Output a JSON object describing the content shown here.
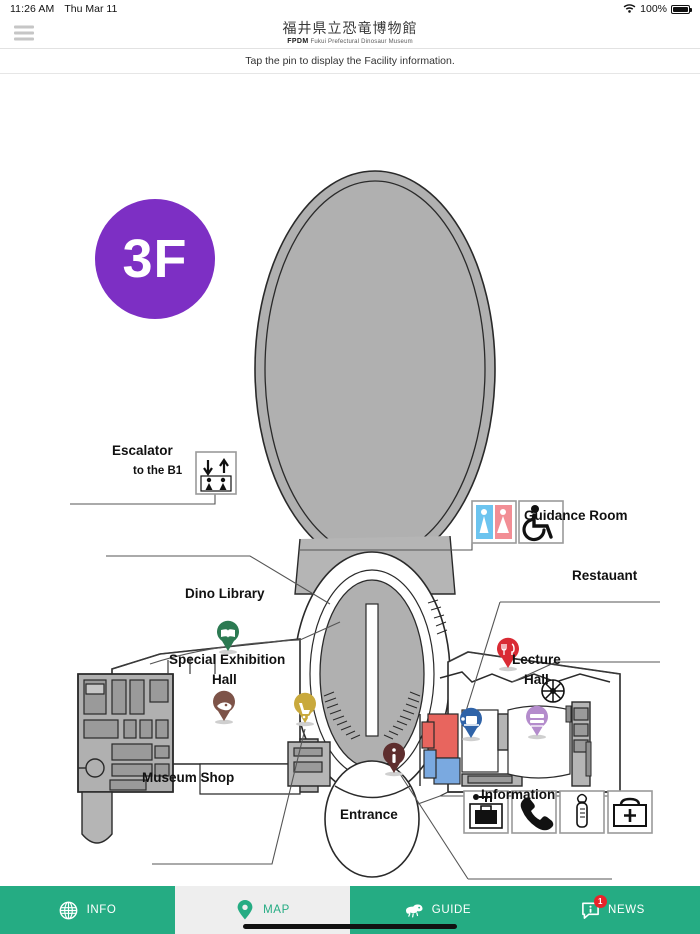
{
  "status_bar": {
    "time": "11:26 AM",
    "date": "Thu Mar 11",
    "wifi_icon": "wifi-icon",
    "battery_percent": "100%",
    "battery_icon": "battery-full-icon"
  },
  "header": {
    "menu_icon": "hamburger-menu-icon",
    "title_jp": "福井県立恐竜博物館",
    "title_abbr": "FPDM",
    "title_en": "Fukui Prefectural Dinosaur Museum"
  },
  "hint": {
    "text": "Tap the pin to display the Facility information."
  },
  "map": {
    "floor_badge": "3F",
    "floor_badge_color": "#7d2fc4",
    "labels": [
      {
        "id": "escalator",
        "text": "Escalator"
      },
      {
        "id": "escalator-sub",
        "text": "to the B1"
      },
      {
        "id": "dino-library",
        "text": "Dino Library"
      },
      {
        "id": "special-exhibition",
        "text": "Special Exhibition"
      },
      {
        "id": "special-exhibition2",
        "text": "Hall"
      },
      {
        "id": "museum-shop",
        "text": "Museum Shop"
      },
      {
        "id": "entrance",
        "text": "Entrance"
      },
      {
        "id": "guidance-room",
        "text": "Guidance Room"
      },
      {
        "id": "restaurant",
        "text": "Restauant"
      },
      {
        "id": "lecture-hall",
        "text": "Lecture"
      },
      {
        "id": "lecture-hall2",
        "text": "Hall"
      },
      {
        "id": "information",
        "text": "Information"
      }
    ],
    "pins": [
      {
        "id": "dino-library-pin",
        "icon": "book-icon",
        "color": "#2c7a52"
      },
      {
        "id": "special-exhibition-pin",
        "icon": "fossil-icon",
        "color": "#7d5348"
      },
      {
        "id": "museum-shop-pin",
        "icon": "shopping-icon",
        "color": "#c9a93c"
      },
      {
        "id": "information-pin",
        "icon": "info-icon",
        "color": "#5e2e2e"
      },
      {
        "id": "restaurant-pin",
        "icon": "cutlery-icon",
        "color": "#d92b34"
      },
      {
        "id": "guidance-room-pin",
        "icon": "monitor-icon",
        "color": "#2f63a8"
      },
      {
        "id": "lecture-hall-pin",
        "icon": "lecture-icon",
        "color": "#b48ccc"
      }
    ],
    "facility_icons": [
      {
        "id": "elevator-icon",
        "label": "elevator"
      },
      {
        "id": "restroom-icon",
        "label": "restroom"
      },
      {
        "id": "wheelchair-icon",
        "label": "wheelchair-accessible"
      },
      {
        "id": "locker-icon",
        "label": "coin-locker"
      },
      {
        "id": "telephone-icon",
        "label": "public-telephone"
      },
      {
        "id": "nursing-icon",
        "label": "nursing-room"
      },
      {
        "id": "first-aid-icon",
        "label": "first-aid"
      }
    ]
  },
  "bottom_nav": {
    "items": [
      {
        "id": "info",
        "label": "INFO",
        "icon": "globe-icon",
        "active": false,
        "badge": ""
      },
      {
        "id": "map",
        "label": "MAP",
        "icon": "map-pin-icon",
        "active": true,
        "badge": ""
      },
      {
        "id": "guide",
        "label": "GUIDE",
        "icon": "dinosaur-icon",
        "active": false,
        "badge": ""
      },
      {
        "id": "news",
        "label": "NEWS",
        "icon": "speech-bubble-icon",
        "active": false,
        "badge": "1"
      }
    ],
    "active_color": "#25ac83",
    "bar_color": "#25ac83",
    "badge_color": "#e8232a"
  }
}
